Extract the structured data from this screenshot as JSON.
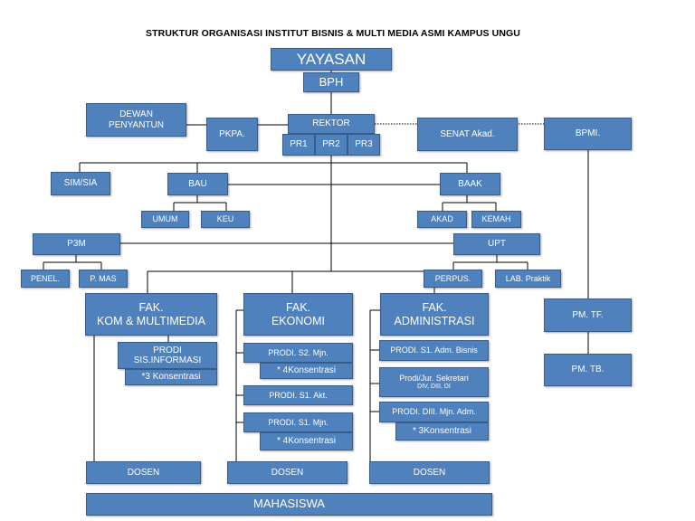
{
  "title": "STRUKTUR ORGANISASI INSTITUT BISNIS & MULTI MEDIA ASMI KAMPUS UNGU",
  "colors": {
    "box_fill": "#4f81bd",
    "box_border": "#385d8a",
    "text": "#ffffff",
    "line": "#000000"
  },
  "units": {
    "yayasan": "YAYASAN",
    "bph": "BPH",
    "dewan_penyantun": [
      "DEWAN",
      "PENYANTUN"
    ],
    "pkpa": "PKPA.",
    "rektor": "REKTOR",
    "pr1": "PR1",
    "pr2": "PR2",
    "pr3": "PR3",
    "senat": "SENAT Akad.",
    "bpmi": "BPMI.",
    "sim_sia": "SIM/SIA",
    "bau": "BAU",
    "baak": "BAAK",
    "umum": "UMUM",
    "keu": "KEU",
    "akad": "AKAD",
    "kemah": "KEMAH",
    "p3m": "P3M",
    "upt": "UPT",
    "penel": "PENEL.",
    "pmas": "P. MAS",
    "perpus": "PERPUS.",
    "lab": "LAB. Praktik",
    "pm_tf": "PM. TF.",
    "pm_tb": "PM. TB.",
    "fak_kom": [
      "FAK.",
      "KOM & MULTIMEDIA"
    ],
    "fak_eko": [
      "FAK.",
      "EKONOMI"
    ],
    "fak_adm": [
      "FAK.",
      "ADMINISTRASI"
    ],
    "prodi_si": [
      "PRODI",
      "SIS.INFORMASI"
    ],
    "konsentrasi_si": "*3 Konsentrasi",
    "prodi_s2": "PRODI. S2. Mjn.",
    "konsentrasi_s2": "* 4Konsentrasi",
    "prodi_s1_akt": "PRODI. S1. Akt.",
    "prodi_s1_mjn": "PRODI. S1. Mjn.",
    "konsentrasi_s1_mjn": "* 4Konsentrasi",
    "prodi_s1_adm": "PRODI. S1. Adm. Bisnis",
    "prodi_sekretari": [
      "Prodi/Jur. Sekretari",
      "DIV, DIII, DI"
    ],
    "prodi_diii_mjn": "PRODI. DIII. Mjn. Adm.",
    "konsentrasi_diii": "* 3Konsentrasi",
    "dosen_kom": "DOSEN",
    "dosen_eko": "DOSEN",
    "dosen_adm": "DOSEN",
    "mahasiswa": "MAHASISWA"
  }
}
